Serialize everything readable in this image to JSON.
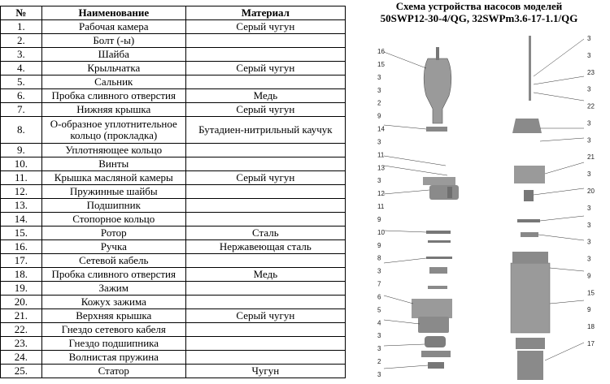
{
  "table": {
    "headers": [
      "№",
      "Наименование",
      "Материал"
    ],
    "rows": [
      {
        "num": "1.",
        "name": "Рабочая камера",
        "material": "Серый чугун"
      },
      {
        "num": "2.",
        "name": "Болт (-ы)",
        "material": ""
      },
      {
        "num": "3.",
        "name": "Шайба",
        "material": ""
      },
      {
        "num": "4.",
        "name": "Крыльчатка",
        "material": "Серый чугун"
      },
      {
        "num": "5.",
        "name": "Сальник",
        "material": ""
      },
      {
        "num": "6.",
        "name": "Пробка сливного отверстия",
        "material": "Медь"
      },
      {
        "num": "7.",
        "name": "Нижняя крышка",
        "material": "Серый чугун"
      },
      {
        "num": "8.",
        "name": "О-образное уплотнительное кольцо (прокладка)",
        "material": "Бутадиен-нитрильный каучук"
      },
      {
        "num": "9.",
        "name": "Уплотняющее кольцо",
        "material": ""
      },
      {
        "num": "10.",
        "name": "Винты",
        "material": ""
      },
      {
        "num": "11.",
        "name": "Крышка масляной камеры",
        "material": "Серый чугун"
      },
      {
        "num": "12.",
        "name": "Пружинные шайбы",
        "material": ""
      },
      {
        "num": "13.",
        "name": "Подшипник",
        "material": ""
      },
      {
        "num": "14.",
        "name": "Стопорное кольцо",
        "material": ""
      },
      {
        "num": "15.",
        "name": "Ротор",
        "material": "Сталь"
      },
      {
        "num": "16.",
        "name": "Ручка",
        "material": "Нержавеющая сталь"
      },
      {
        "num": "17.",
        "name": "Сетевой кабель",
        "material": ""
      },
      {
        "num": "18.",
        "name": "Пробка сливного отверстия",
        "material": "Медь"
      },
      {
        "num": "19.",
        "name": "Зажим",
        "material": ""
      },
      {
        "num": "20.",
        "name": "Кожух зажима",
        "material": ""
      },
      {
        "num": "21.",
        "name": "Верхняя крышка",
        "material": "Серый чугун"
      },
      {
        "num": "22.",
        "name": "Гнездо сетевого кабеля",
        "material": ""
      },
      {
        "num": "23.",
        "name": "Гнездо подшипника",
        "material": ""
      },
      {
        "num": "24.",
        "name": "Волнистая пружина",
        "material": ""
      },
      {
        "num": "25.",
        "name": "Статор",
        "material": "Чугун"
      }
    ]
  },
  "scheme": {
    "title_line1": "Схема устройства насосов моделей",
    "title_line2": "50SWP12-30-4/QG, 32SWPm3.6-17-1.1/QG",
    "labels_left": [
      "16",
      "15",
      "3",
      "3",
      "2",
      "9",
      "14",
      "3",
      "11",
      "13",
      "3",
      "12",
      "11",
      "9",
      "10",
      "9",
      "8",
      "3",
      "7",
      "6",
      "5",
      "4",
      "3",
      "3",
      "2",
      "3"
    ],
    "labels_right": [
      "3",
      "3",
      "23",
      "3",
      "22",
      "3",
      "3",
      "21",
      "3",
      "20",
      "3",
      "3",
      "3",
      "3",
      "9",
      "15",
      "9",
      "18",
      "17"
    ],
    "colors": {
      "part_fill": "#9a9a9a",
      "part_dark": "#6e6e6e",
      "line": "#333333"
    }
  }
}
